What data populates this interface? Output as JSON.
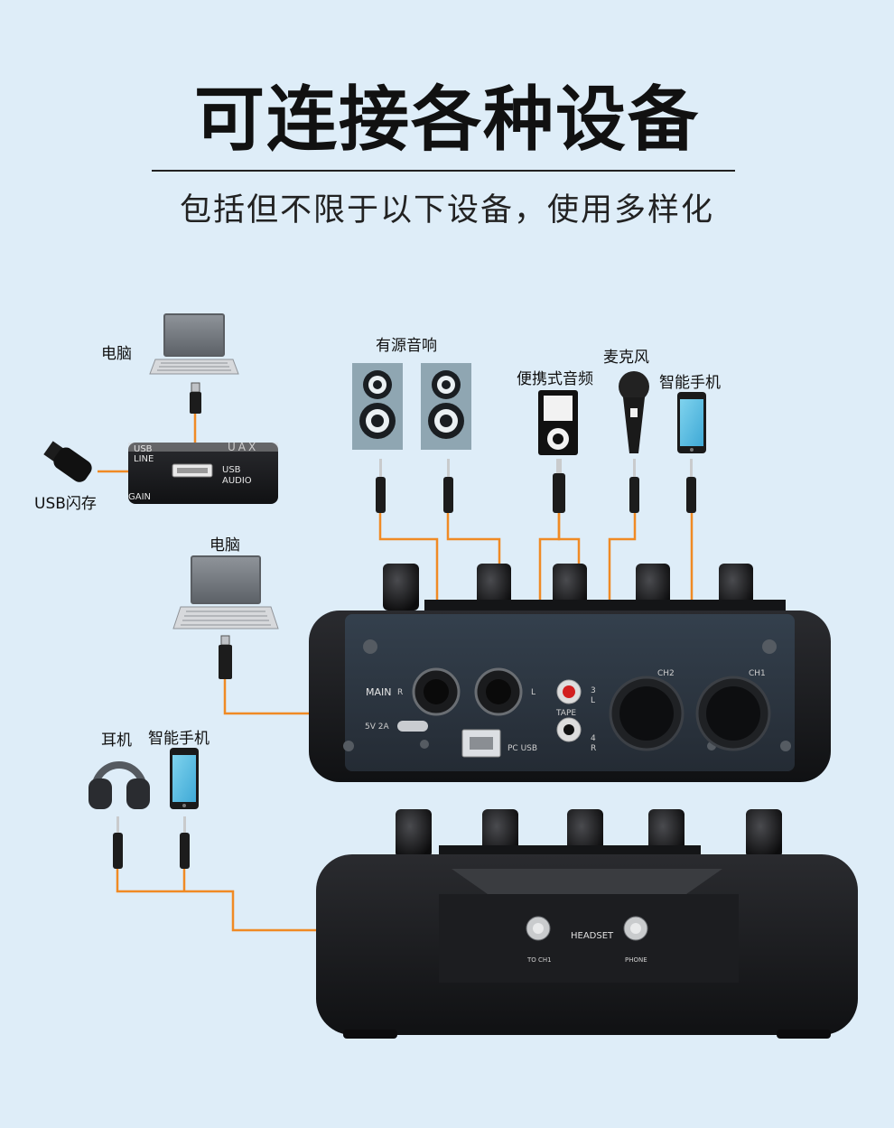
{
  "header": {
    "title": "可连接各种设备",
    "subtitle": "包括但不限于以下设备，使用多样化"
  },
  "labels": {
    "pc_top": "电脑",
    "usb_flash": "USB闪存",
    "active_speaker": "有源音响",
    "portable_audio": "便携式音频",
    "microphone": "麦克风",
    "smartphone_top": "智能手机",
    "pc_mid": "电脑",
    "headphones": "耳机",
    "smartphone_bottom": "智能手机"
  },
  "usb_panel": {
    "brand": "UAX",
    "usb_line": "USB",
    "line": "LINE",
    "usb_audio_1": "USB",
    "usb_audio_2": "AUDIO",
    "gain": "GAIN"
  },
  "rear_panel": {
    "main": "MAIN",
    "r": "R",
    "l": "L",
    "tape": "TAPE",
    "tape_3": "3",
    "tape_l": "L",
    "tape_4": "4",
    "tape_r": "R",
    "ch2": "CH2",
    "ch1": "CH1",
    "power": "5V 2A",
    "pc_usb": "PC USB"
  },
  "front_panel": {
    "headset": "HEADSET",
    "to_ch1": "TO CH1",
    "phone": "PHONE"
  },
  "colors": {
    "background": "#deedf8",
    "cable": "#f08a24",
    "device_body": "#1b1c1f",
    "panel": "#2c3440"
  },
  "icons": [
    "laptop-icon",
    "usb-flash-drive-icon",
    "speaker-icon",
    "mp3-player-icon",
    "microphone-icon",
    "smartphone-icon",
    "headphones-icon",
    "usb-plug-icon",
    "audio-jack-plug-icon"
  ]
}
